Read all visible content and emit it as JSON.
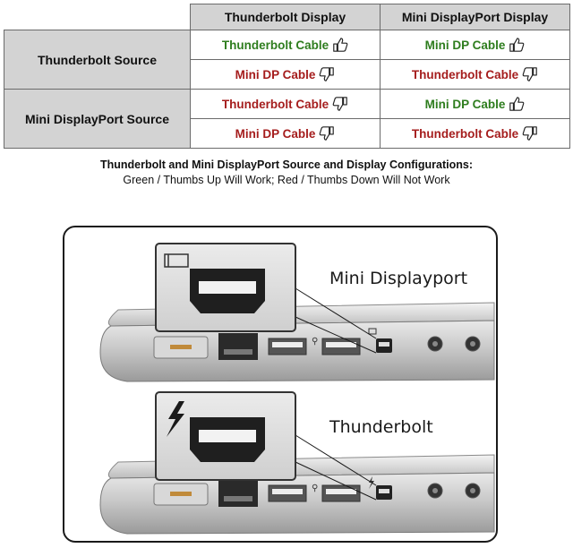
{
  "table": {
    "headers": [
      "Thunderbolt Display",
      "Mini DisplayPort Display"
    ],
    "rows": [
      {
        "source": "Thunderbolt Source",
        "cells": [
          [
            {
              "text": "Thunderbolt Cable",
              "works": true,
              "icon": "thumbs-up-icon"
            },
            {
              "text": "Mini DP Cable",
              "works": true,
              "icon": "thumbs-up-icon"
            }
          ],
          [
            {
              "text": "Mini DP Cable",
              "works": false,
              "icon": "thumbs-down-icon"
            },
            {
              "text": "Thunderbolt Cable",
              "works": false,
              "icon": "thumbs-down-icon"
            }
          ]
        ]
      },
      {
        "source": "Mini DisplayPort Source",
        "cells": [
          [
            {
              "text": "Thunderbolt Cable",
              "works": false,
              "icon": "thumbs-down-icon"
            },
            {
              "text": "Mini DP Cable",
              "works": true,
              "icon": "thumbs-up-icon"
            }
          ],
          [
            {
              "text": "Mini DP Cable",
              "works": false,
              "icon": "thumbs-down-icon"
            },
            {
              "text": "Thunderbolt Cable",
              "works": false,
              "icon": "thumbs-down-icon"
            }
          ]
        ]
      }
    ]
  },
  "caption": {
    "line1": "Thunderbolt and Mini DisplayPort Source and Display Configurations:",
    "line2": "Green / Thumbs Up Will Work; Red / Thumbs Down Will Not Work"
  },
  "illustration": {
    "top_label": "Mini Displayport",
    "top_icon": "display-port-icon",
    "bottom_label": "Thunderbolt",
    "bottom_icon": "lightning-bolt-icon"
  },
  "colors": {
    "works": "#2e7d1e",
    "fails": "#a51d1d",
    "header_bg": "#d3d3d3"
  }
}
